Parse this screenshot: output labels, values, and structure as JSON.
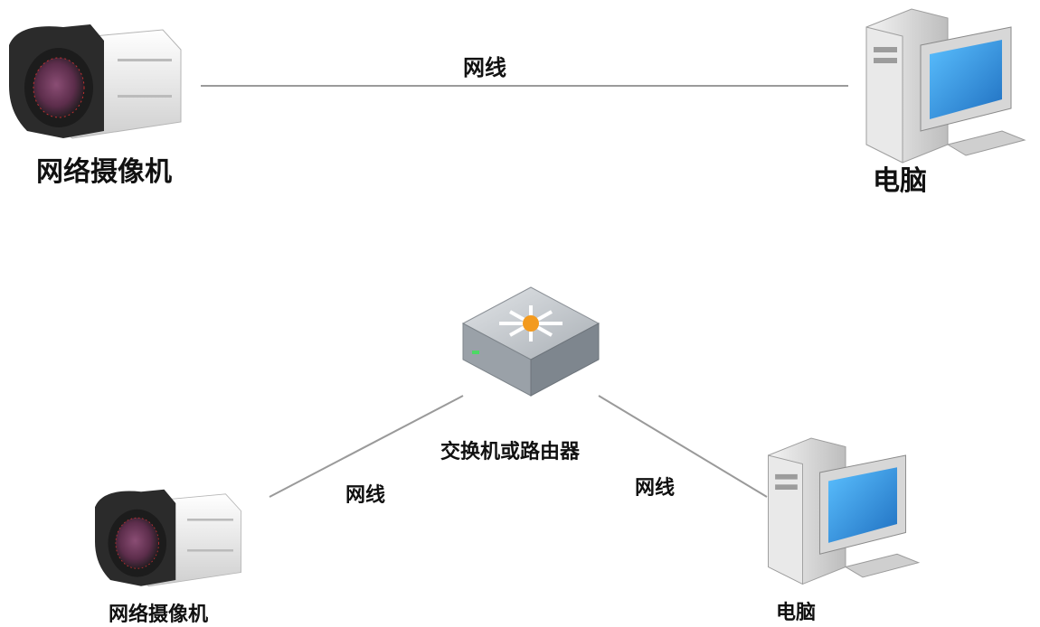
{
  "top_diagram": {
    "camera_label": "网络摄像机",
    "cable_label": "网线",
    "computer_label": "电脑"
  },
  "bottom_diagram": {
    "switch_label": "交换机或路由器",
    "cable_left_label": "网线",
    "cable_right_label": "网线",
    "camera_label": "网络摄像机",
    "computer_label": "电脑"
  },
  "icons": {
    "camera": "camera-icon",
    "computer": "computer-icon",
    "switch": "switch-router-icon"
  },
  "colors": {
    "line": "#9a9a9a",
    "camera_body": "#f0f0f0",
    "camera_front": "#2a2a2a",
    "lens": "#6e3a5a",
    "screen": "#2f8fd8",
    "switch_top": "#c9cdd2",
    "switch_side": "#8e959c",
    "switch_led": "#f39a1e"
  }
}
